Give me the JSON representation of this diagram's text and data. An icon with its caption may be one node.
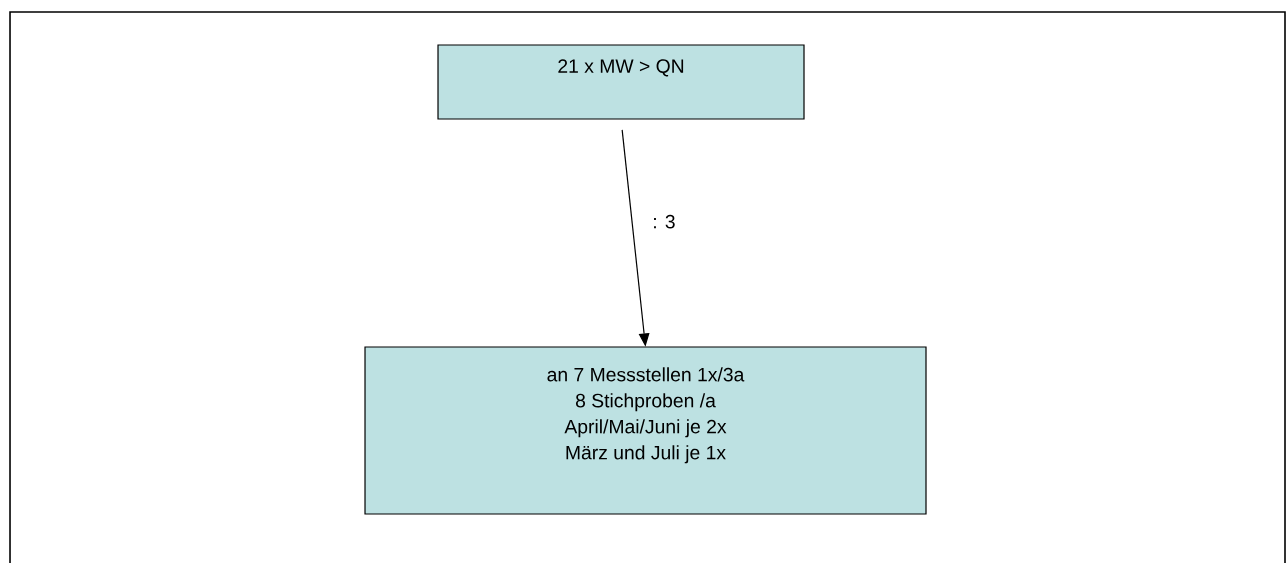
{
  "diagram": {
    "nodes": [
      {
        "text": [
          "21 x MW > QN"
        ]
      },
      {
        "text": [
          "an 7 Messstellen 1x/3a",
          "8 Stichproben /a",
          "April/Mai/Juni je 2x",
          "März und Juli je 1x"
        ]
      }
    ],
    "edges": [
      {
        "from": 0,
        "to": 1,
        "arrow": "to",
        "label": ": 3"
      }
    ]
  }
}
